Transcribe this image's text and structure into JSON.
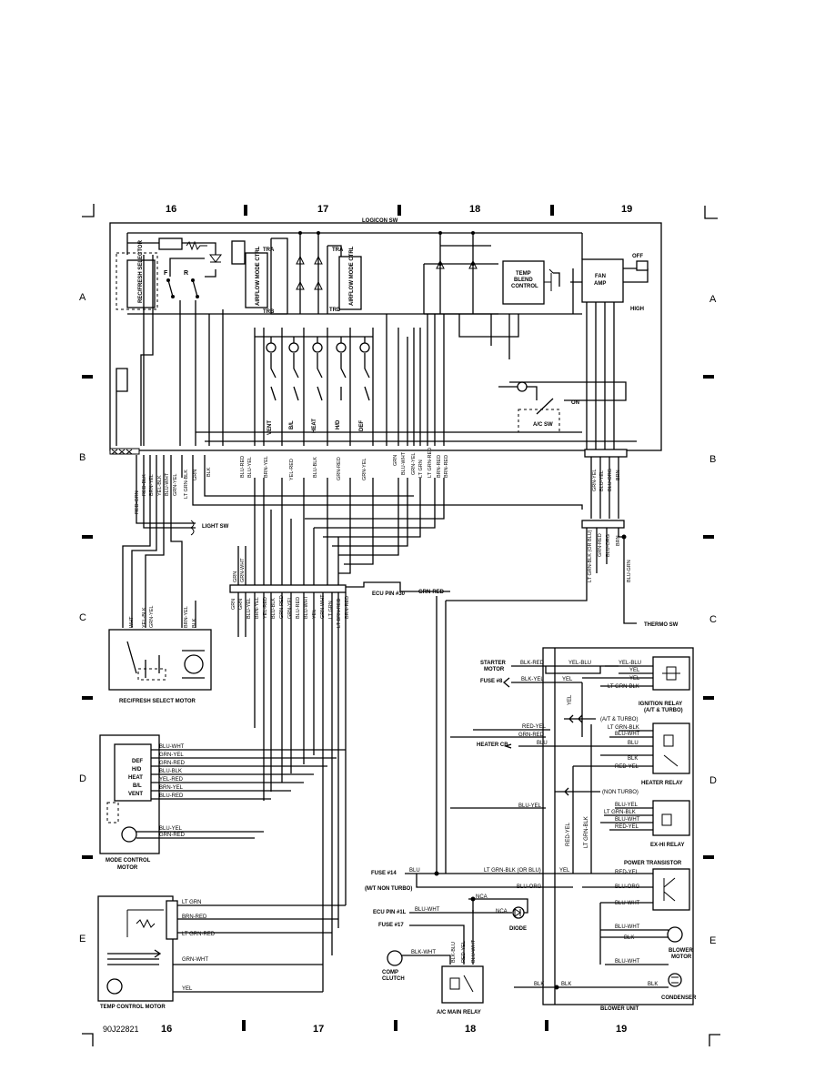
{
  "grid": {
    "columns": [
      "16",
      "17",
      "18",
      "19"
    ],
    "rows": [
      "A",
      "B",
      "C",
      "D",
      "E"
    ]
  },
  "logicon_sw": "LOGICON SW",
  "figure_id": "90J22821",
  "top_panel": {
    "rec_fresh_selector": "REC/FRESH SELECTOR",
    "switch_f": "F",
    "switch_r": "R",
    "airflow_mode_ctrl": "AIRFLOW MODE CTRL",
    "tra": "TRA",
    "trb": "TRB",
    "trd": "TRD",
    "temp_blend_control": [
      "TEMP",
      "BLEND",
      "CONTROL"
    ],
    "fan_amp": [
      "FAN",
      "AMP"
    ],
    "off": "OFF",
    "high": "HIGH",
    "on": "ON",
    "ac_sw": "A/C SW",
    "mode_labels": [
      "VENT",
      "B/L",
      "HEAT",
      "H/D",
      "DEF"
    ]
  },
  "connector_b_left": [
    "RED-GRN",
    "RED-BLK",
    "BRN-YEL",
    "YEL-BLK",
    "BLU-WHT",
    "GRN-YEL",
    "LT GRN-BLK",
    "GRN",
    "BLK"
  ],
  "connector_b_mid": [
    "BLU-RED",
    "BLU-YEL",
    "BRN-YEL",
    "YEL-RED",
    "BLU-BLK",
    "GRN-RED",
    "GRN-YEL"
  ],
  "connector_b_right": [
    "GRN",
    "BLU-WHT",
    "GRN-YEL",
    "LT GRN",
    "LT GRN-RED",
    "BRN-RED"
  ],
  "connector_b_far": [
    "GRN-YEL",
    "BLU-YEL",
    "BLU-ORG",
    "BRN"
  ],
  "connector_c_far": [
    "LT GRN-BLK (OR BLU)",
    "GRN-RED",
    "BLU-ORG",
    "BRN"
  ],
  "light_sw": "LIGHT SW",
  "thermo_sw": "THERMO SW",
  "blu_grn": "BLU-GRN",
  "ecu_pin_30": "ECU PIN #30",
  "grn_red": "GRN-RED",
  "connector_c_left_grn": "GRN",
  "connector_c_left_grn_wht": "GRN-WHT",
  "connector_c_mid": [
    "GRN",
    "GRN",
    "BLU-YEL",
    "BRN-YEL",
    "YEL-RED",
    "BLU-BLK",
    "GRN-RED",
    "GRN-YEL",
    "BLU-RED",
    "BLU-WHT",
    "YEL",
    "GRN-WHT",
    "LT GRN",
    "LT BRN-RED",
    "BRN-RED"
  ],
  "rec_fresh_motor": {
    "label": "REC/FRESH SELECT MOTOR",
    "wires": [
      "WHT",
      "YEL-BLK",
      "GRN-YEL",
      "BRN-YEL",
      "BLK"
    ]
  },
  "mode_control_motor": {
    "label": [
      "MODE CONTROL",
      "MOTOR"
    ],
    "positions": [
      "DEF",
      "H/D",
      "HEAT",
      "B/L",
      "VENT"
    ],
    "wires": [
      "BLU-WHT",
      "GRN-YEL",
      "GRN-RED",
      "BLU-BLK",
      "YEL-RED",
      "BRN-YEL",
      "BLU-RED",
      "BLU-YEL",
      "GRN-RED"
    ]
  },
  "temp_control_motor": {
    "label": "TEMP CONTROL MOTOR",
    "wires": [
      "LT GRN",
      "BRN-RED",
      "LT GRN-RED",
      "GRN-WHT",
      "YEL"
    ]
  },
  "right_side": {
    "starter_motor": [
      "STARTER",
      "MOTOR"
    ],
    "blk_red": "BLK-RED",
    "yel_blu": "YEL-BLU",
    "fuse_8": "FUSE #8",
    "blk_yel": "BLK-YEL",
    "yel": "YEL",
    "ignition_relay": [
      "IGNITION RELAY",
      "(A/T & TURBO)"
    ],
    "ignition_relay_wires": [
      "YEL-BLU",
      "YEL",
      "YEL",
      "LT GRN-BLK"
    ],
    "at_turbo": "(A/T & TURBO)",
    "red_yel": "RED-YEL",
    "grn_red": "GRN-RED",
    "heater_cb": "HEATER CB",
    "blu": "BLU",
    "heater_relay": "HEATER RELAY",
    "heater_relay_wires": [
      "LT GRN-BLK",
      "BLU-WHT",
      "BLU",
      "BLK",
      "RED-YEL"
    ],
    "non_turbo": "(NON TURBO)",
    "blu_yel": "BLU-YEL",
    "ex_hi_relay": "EX-HI RELAY",
    "ex_hi_wires": [
      "BLU-YEL",
      "LT GRN-BLK",
      "BLU-WHT",
      "RED-YEL"
    ],
    "red_yel_v": "RED-YEL",
    "lt_grn_blk_v": "LT GRN-BLK",
    "power_transistor": "POWER TRANSISTOR",
    "pt_wires": [
      "RED-YEL",
      "BLU-ORG",
      "BLU-WHT"
    ],
    "fuse_14": "FUSE #14",
    "mt_non_turbo": "(M/T NON TURBO)",
    "lt_grn_blk_or_blu": "LT GRN-BLK (OR BLU)",
    "blu_org": "BLU-ORG",
    "nca": "NCA",
    "diode": "DIODE",
    "ecu_pin_1l": "ECU PIN #1L",
    "fuse_17": "FUSE #17",
    "blu_wht": "BLU-WHT",
    "comp_clutch": [
      "COMP",
      "CLUTCH"
    ],
    "blk_wht": "BLK-WHT",
    "ac_main_relay": "A/C MAIN RELAY",
    "ac_relay_wires": [
      "BLK-BLU",
      "RED-YEL",
      "BLU-WHT"
    ],
    "blower_motor": [
      "BLOWER",
      "MOTOR"
    ],
    "blower_wires": [
      "BLU-WHT",
      "BLK",
      "BLU-WHT"
    ],
    "condenser": "CONDENSER",
    "blk": "BLK",
    "blower_unit": "BLOWER UNIT"
  }
}
